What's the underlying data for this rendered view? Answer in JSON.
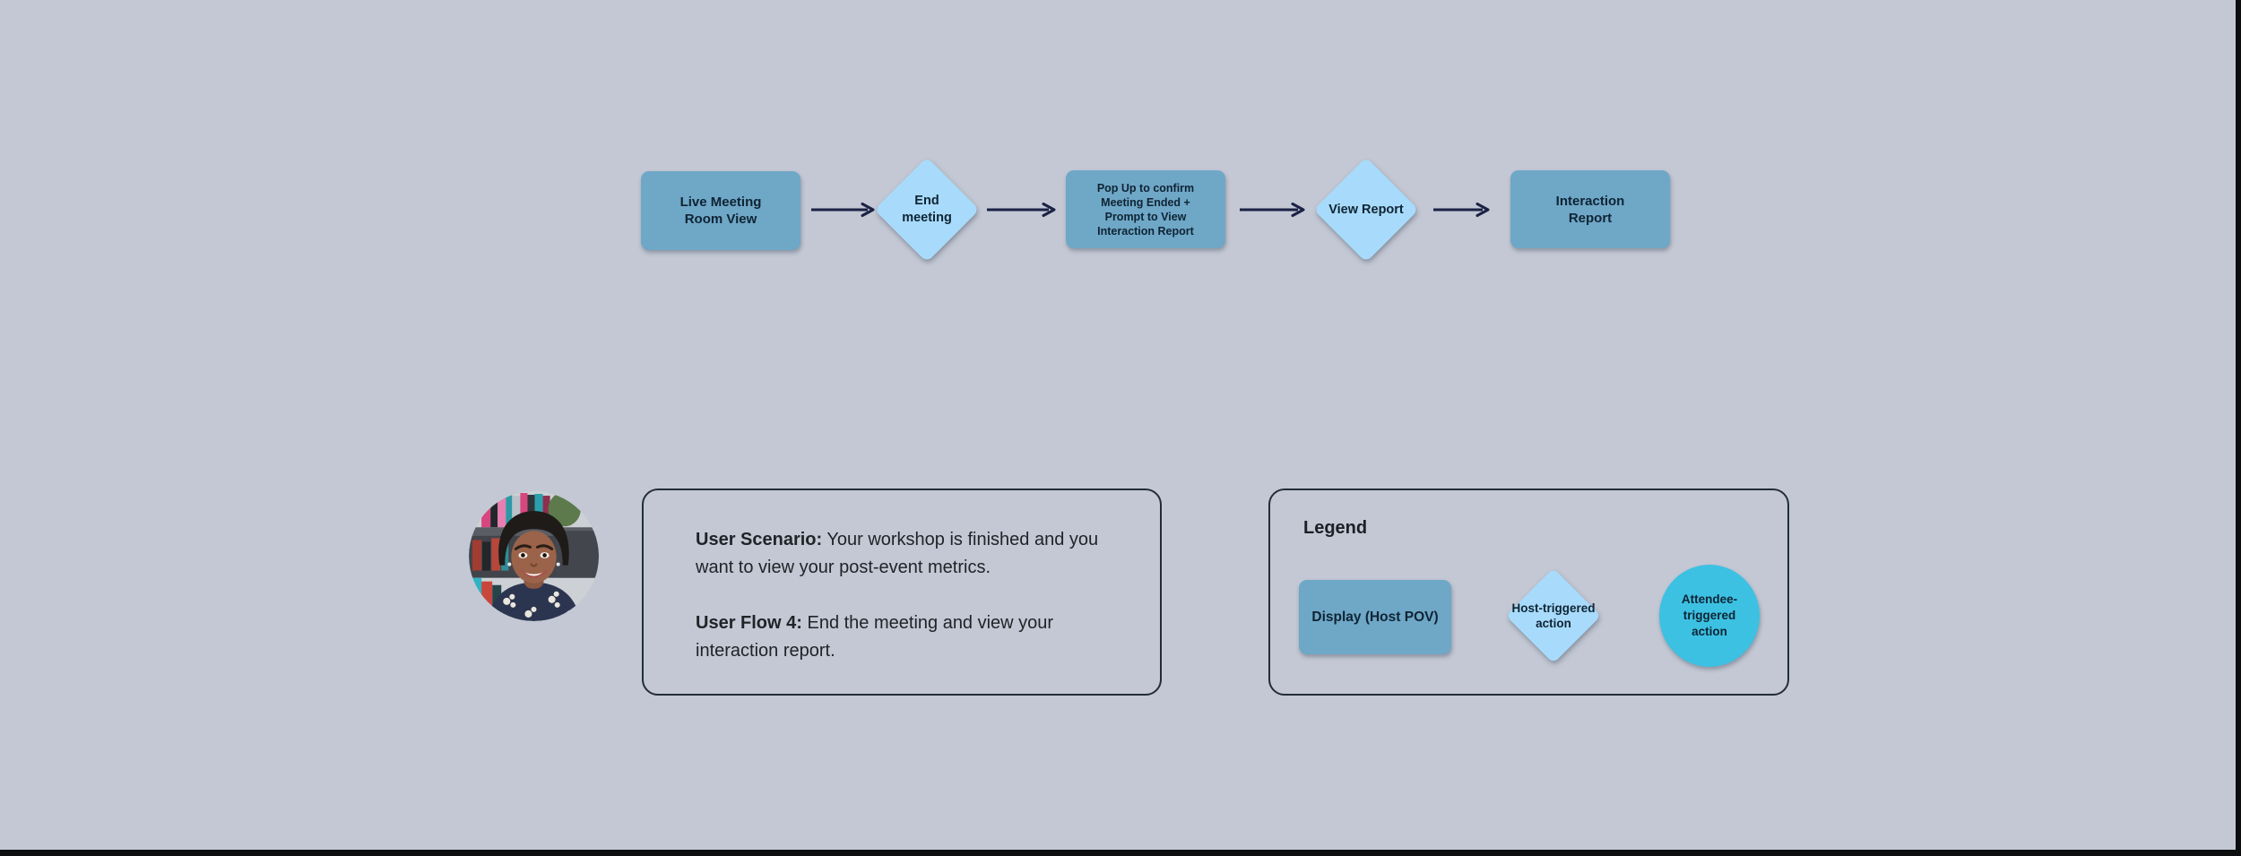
{
  "flow": {
    "nodes": [
      {
        "label": "Live Meeting\nRoom View"
      },
      {
        "label": "End\nmeeting"
      },
      {
        "label": "Pop Up to confirm\nMeeting Ended +\nPrompt to View\nInteraction Report"
      },
      {
        "label": "View Report"
      },
      {
        "label": "Interaction\nReport"
      }
    ]
  },
  "scenario": {
    "p1_label": "User Scenario:",
    "p1_text": " Your workshop is finished and you want to view your post-event metrics.",
    "p2_label": "User Flow 4:",
    "p2_text": " End the meeting and view your interaction report."
  },
  "legend": {
    "title": "Legend",
    "display_label": "Display (Host POV)",
    "host_label": "Host-triggered\naction",
    "attendee_label": "Attendee-\ntriggered\naction"
  },
  "avatar": {
    "description": "profile-photo-of-smiling-woman"
  },
  "colors": {
    "canvas_bg": "#c3c8d4",
    "display_rect_fill": "#6fa7c7",
    "host_diamond_fill": "#a8dbfb",
    "attendee_circle_fill": "#3cc1e3",
    "arrow_stroke": "#1b2245",
    "node_text": "#0f2433",
    "box_border": "#232d3a",
    "edge_bar": "#0c0d0f"
  }
}
